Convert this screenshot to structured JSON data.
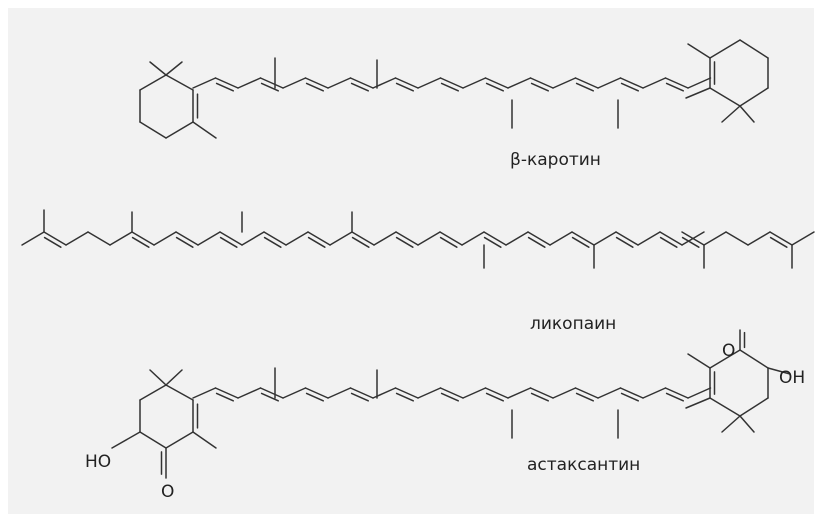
{
  "molecules": [
    {
      "name": "β-каротин"
    },
    {
      "name": "ликопаин"
    },
    {
      "name": "астаксантин"
    }
  ],
  "atoms": {
    "oxygen_ketone": "O",
    "hydroxyl_right": "OH",
    "hydroxyl_left": "HO"
  },
  "colors": {
    "background": "#f2f2f2",
    "bond": "#333333",
    "text": "#222222"
  }
}
